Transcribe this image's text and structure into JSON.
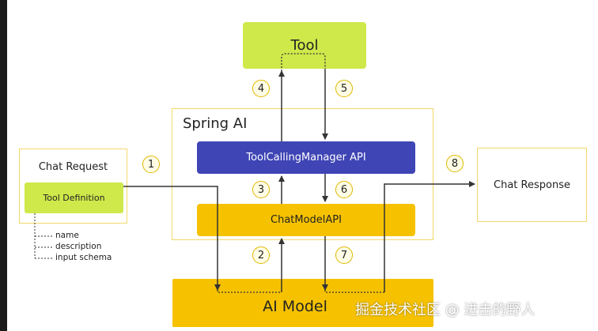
{
  "diagram": {
    "tool_label": "Tool",
    "spring_ai_label": "Spring AI",
    "tool_calling_manager_label": "ToolCallingManager API",
    "chat_model_api_label": "ChatModelAPI",
    "ai_model_label": "AI Model",
    "chat_request_label": "Chat Request",
    "tool_definition_label": "Tool Definition",
    "chat_response_label": "Chat Response",
    "tool_definition_fields": [
      "name",
      "description",
      "input schema"
    ],
    "steps": [
      "1",
      "2",
      "3",
      "4",
      "5",
      "6",
      "7",
      "8"
    ],
    "watermark": "掘金技术社区 @ 进击的野人"
  },
  "colors": {
    "tool": "#cfe84a",
    "tool_calling_manager": "#3f45b5",
    "chat_model_api": "#f6c200",
    "ai_model": "#f6c200",
    "outline": "#f2d86a"
  }
}
